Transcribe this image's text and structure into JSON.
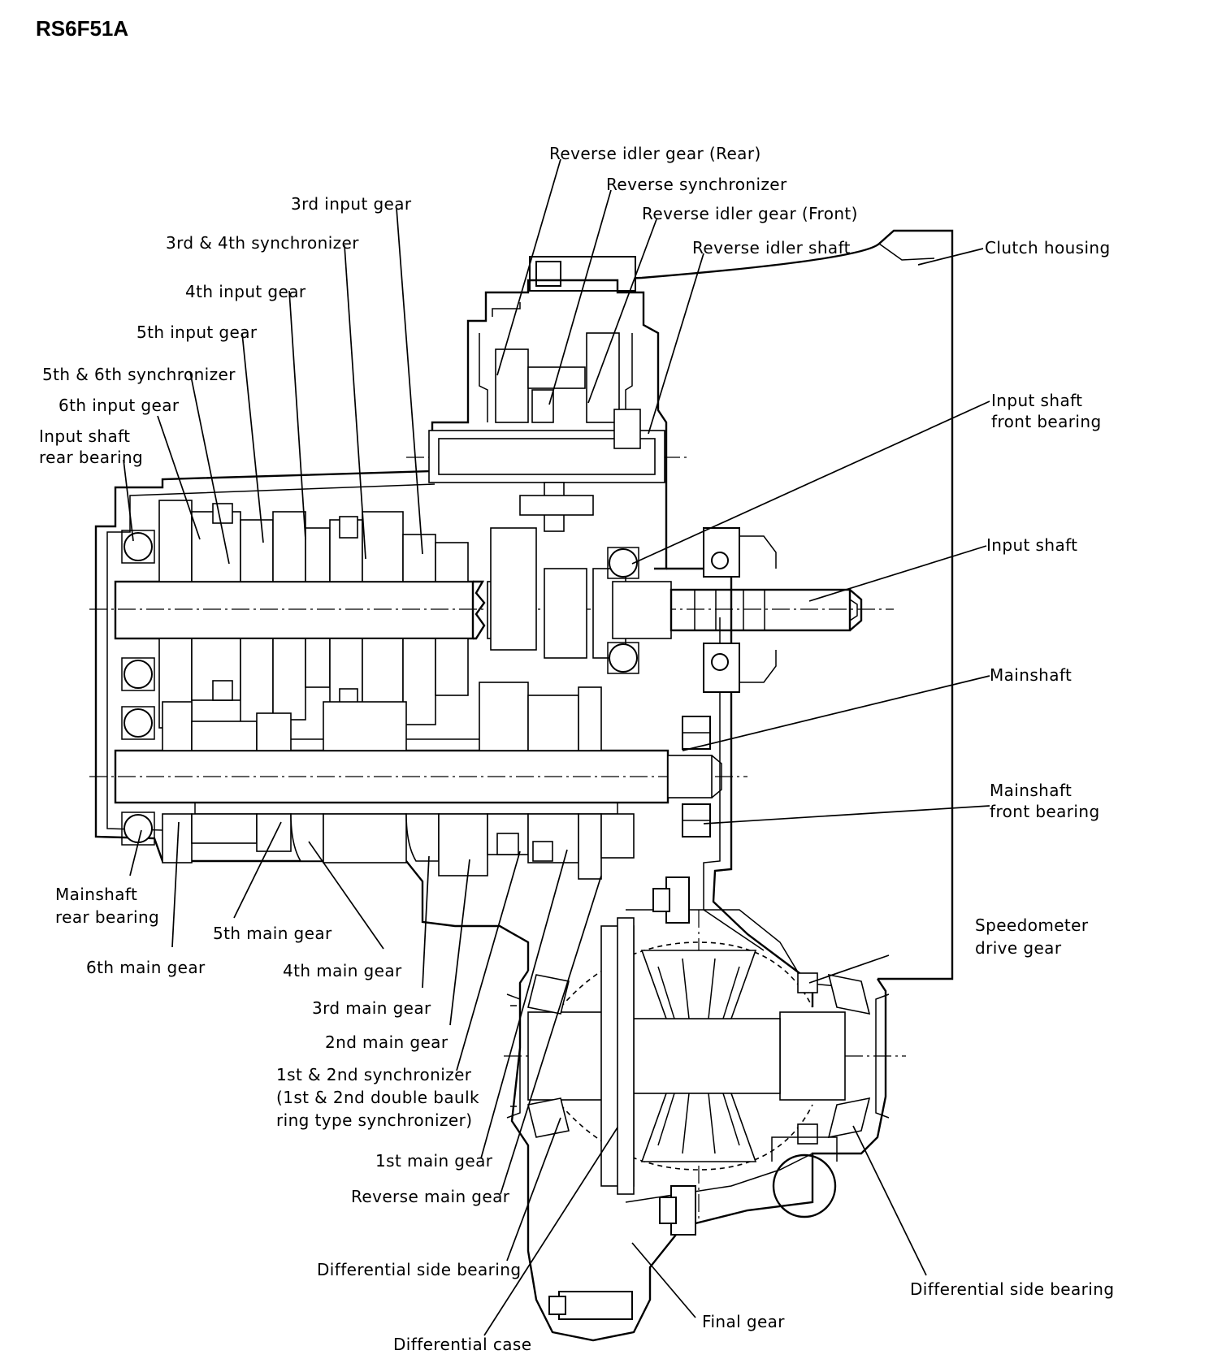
{
  "title": "RS6F51A",
  "labels": {
    "reverse_idler_gear_rear": "Reverse idler gear (Rear)",
    "reverse_synchronizer": "Reverse synchronizer",
    "reverse_idler_gear_front": "Reverse idler gear (Front)",
    "reverse_idler_shaft": "Reverse idler shaft",
    "clutch_housing": "Clutch housing",
    "third_input_gear": "3rd input gear",
    "third_fourth_synchronizer": "3rd & 4th synchronizer",
    "fourth_input_gear": "4th input gear",
    "fifth_input_gear": "5th input gear",
    "fifth_sixth_synchronizer": "5th & 6th synchronizer",
    "sixth_input_gear": "6th input gear",
    "input_shaft_rear_bearing": [
      "Input shaft",
      "rear bearing"
    ],
    "input_shaft_front_bearing": [
      "Input shaft",
      "front bearing"
    ],
    "input_shaft": "Input shaft",
    "mainshaft": "Mainshaft",
    "mainshaft_front_bearing": [
      "Mainshaft",
      "front bearing"
    ],
    "mainshaft_rear_bearing": [
      "Mainshaft",
      "rear bearing"
    ],
    "sixth_main_gear": "6th main gear",
    "fifth_main_gear": "5th main gear",
    "fourth_main_gear": "4th main gear",
    "third_main_gear": "3rd main gear",
    "second_main_gear": "2nd main gear",
    "first_second_synchronizer": [
      "1st & 2nd synchronizer",
      "(1st & 2nd double baulk",
      "ring type synchronizer)"
    ],
    "first_main_gear": "1st main gear",
    "reverse_main_gear": "Reverse main gear",
    "speedometer_drive_gear": [
      "Speedometer",
      "drive gear"
    ],
    "differential_side_bearing_left": "Differential side bearing",
    "differential_side_bearing_right": "Differential side bearing",
    "differential_case": "Differential case",
    "final_gear": "Final gear"
  }
}
